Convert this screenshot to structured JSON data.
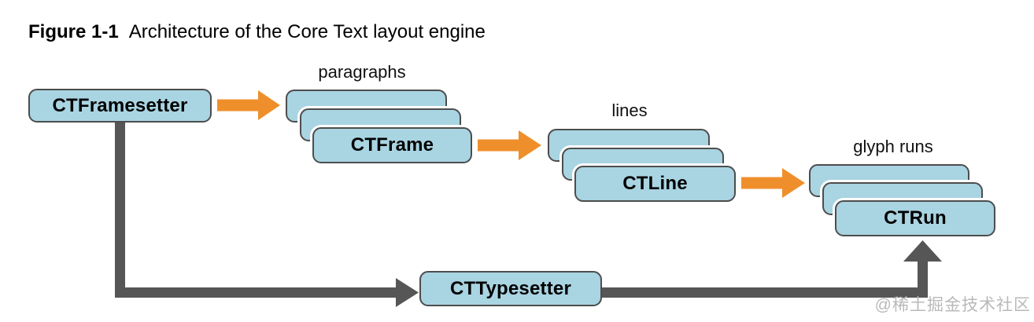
{
  "title": {
    "figure_label": "Figure 1-1",
    "caption": "Architecture of the Core Text layout engine"
  },
  "diagram": {
    "framesetter": {
      "label": "CTFramesetter"
    },
    "typesetter": {
      "label": "CTTypesetter"
    },
    "stacks": [
      {
        "label": "paragraphs",
        "box": "CTFrame"
      },
      {
        "label": "lines",
        "box": "CTLine"
      },
      {
        "label": "glyph runs",
        "box": "CTRun"
      }
    ],
    "colors": {
      "box_fill": "#A9D4E2",
      "box_border": "#4D4D4D",
      "arrow_orange": "#EF8F2B",
      "connector_gray": "#565656"
    }
  },
  "watermark": "@稀土掘金技术社区"
}
